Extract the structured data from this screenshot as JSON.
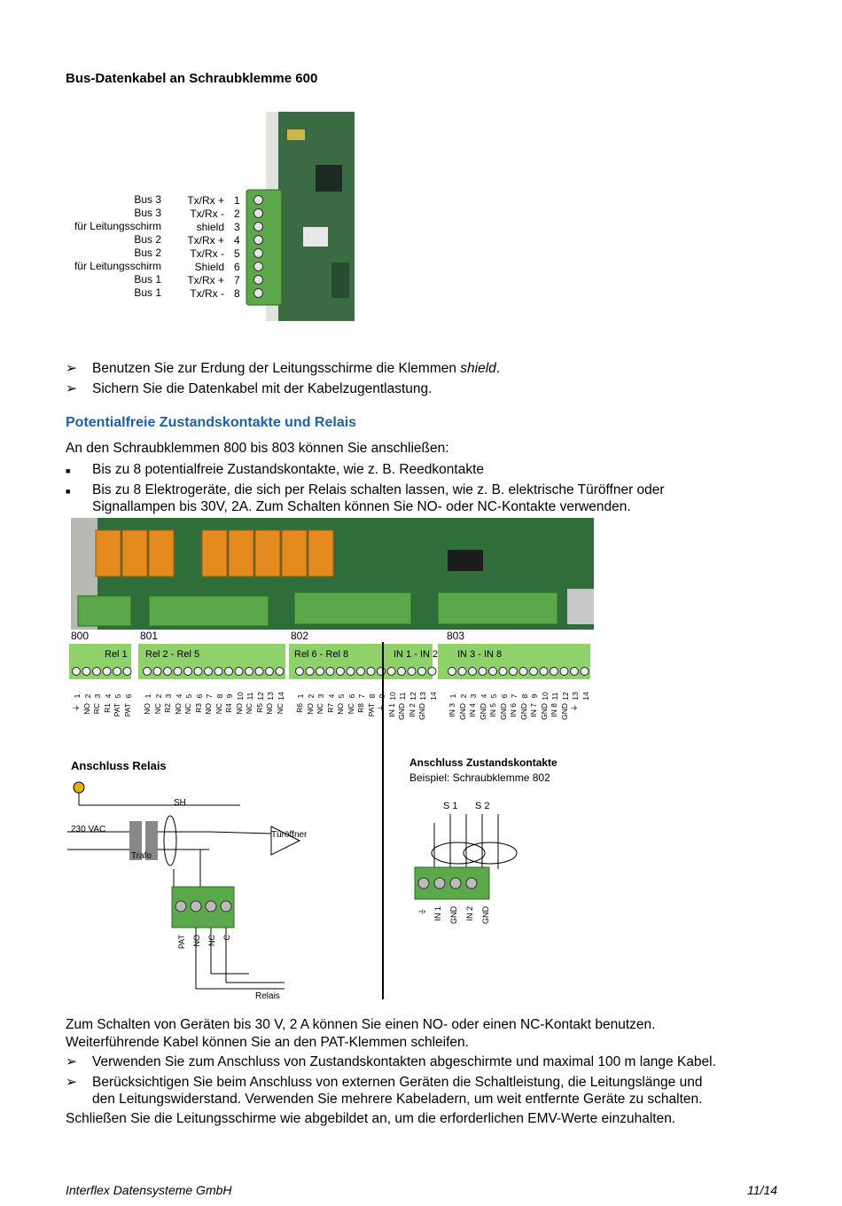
{
  "heading_bus": "Bus-Datenkabel an Schraubklemme 600",
  "bus_terminal": {
    "rows": [
      {
        "bus": "Bus 3",
        "signal": "Tx/Rx +",
        "pin": "1"
      },
      {
        "bus": "Bus 3",
        "signal": "Tx/Rx -",
        "pin": "2"
      },
      {
        "bus": "für Leitungsschirm",
        "signal": "shield",
        "pin": "3"
      },
      {
        "bus": "Bus 2",
        "signal": "Tx/Rx +",
        "pin": "4"
      },
      {
        "bus": "Bus 2",
        "signal": "Tx/Rx -",
        "pin": "5"
      },
      {
        "bus": "für Leitungsschirm",
        "signal": "Shield",
        "pin": "6"
      },
      {
        "bus": "Bus 1",
        "signal": "Tx/Rx +",
        "pin": "7"
      },
      {
        "bus": "Bus 1",
        "signal": "Tx/Rx -",
        "pin": "8"
      }
    ]
  },
  "bullets_bus": [
    {
      "pre": "Benutzen Sie zur Erdung der Leitungsschirme die Klemmen ",
      "em": "shield",
      "post": "."
    },
    {
      "pre": "Sichern Sie die Datenkabel mit der Kabelzugentlastung.",
      "em": "",
      "post": ""
    }
  ],
  "heading_relais": "Potentialfreie Zustandskontakte und Relais",
  "intro_relais": "An den Schraubklemmen 800 bis 803 können Sie anschließen:",
  "square_bullets": [
    {
      "line1": "Bis zu 8 potentialfreie Zustandskontakte, wie z. B. Reedkontakte",
      "line2": ""
    },
    {
      "line1": "Bis zu 8 Elektrogeräte, die sich per Relais schalten lassen, wie z. B. elektrische Türöffner oder",
      "line2": "Signallampen bis 30V, 2A. Zum Schalten können Sie NO- oder NC-Kontakte verwenden."
    }
  ],
  "terminal_blocks": {
    "numbers": [
      "800",
      "801",
      "802",
      "803"
    ],
    "groups": [
      "Rel 1",
      "Rel 2 - Rel 5",
      "Rel 6 - Rel 8",
      "IN 1 - IN 2",
      "IN 3 - IN 8"
    ],
    "pins_800": [
      "1",
      "2",
      "3",
      "4",
      "5",
      "6"
    ],
    "labels_800": [
      "⏚",
      "NO",
      "RC",
      "R1",
      "PAT",
      "PAT"
    ],
    "pins_801": [
      "1",
      "2",
      "3",
      "4",
      "5",
      "6",
      "7",
      "8",
      "9",
      "10",
      "11",
      "12",
      "13",
      "14"
    ],
    "labels_801": [
      "NO",
      "NC",
      "R2",
      "NO",
      "NC",
      "R3",
      "NO",
      "NC",
      "R4",
      "NO",
      "NC",
      "R5",
      "NO",
      "NC"
    ],
    "pins_802": [
      "1",
      "2",
      "3",
      "4",
      "5",
      "6",
      "7",
      "8",
      "9",
      "10",
      "11",
      "12",
      "13",
      "14"
    ],
    "labels_802": [
      "R6",
      "NO",
      "NC",
      "R7",
      "NO",
      "NC",
      "R8",
      "PAT",
      "⏚",
      "IN 1",
      "GND",
      "IN 2",
      "GND",
      ""
    ],
    "pins_803": [
      "1",
      "2",
      "3",
      "4",
      "5",
      "6",
      "7",
      "8",
      "9",
      "10",
      "11",
      "12",
      "13",
      "14"
    ],
    "labels_803": [
      "IN 3",
      "GND",
      "IN 4",
      "GND",
      "IN 5",
      "GND",
      "IN 6",
      "GND",
      "IN 7",
      "GND",
      "IN 8",
      "GND",
      "⏚",
      ""
    ]
  },
  "diagram_relais": {
    "title": "Anschluss Relais",
    "voltage": "230 VAC",
    "trafo": "Trafo",
    "shield": "SH",
    "door": "Türöffner",
    "relay": "Relais",
    "pins": [
      "PAT",
      "NO",
      "NC",
      "C"
    ]
  },
  "diagram_kontakte": {
    "title": "Anschluss Zustandskontakte",
    "subtitle": "Beispiel: Schraubklemme 802",
    "switches": [
      "S 1",
      "S 2"
    ],
    "pins": [
      "⏚",
      "IN 1",
      "GND",
      "IN 2",
      "GND"
    ]
  },
  "para1_line1": "Zum Schalten von Geräten bis 30 V, 2 A können Sie einen NO- oder einen NC-Kontakt benutzen.",
  "para1_line2": "Weiterführende Kabel können Sie an den PAT-Klemmen schleifen.",
  "bullets_end": [
    {
      "line1": "Verwenden Sie zum Anschluss von Zustandskontakten abgeschirmte und maximal 100 m lange Kabel.",
      "line2": ""
    },
    {
      "line1": "Berücksichtigen Sie beim Anschluss von externen Geräten die Schaltleistung, die Leitungslänge und",
      "line2": "den Leitungswiderstand. Verwenden Sie mehrere Kabeladern, um weit entfernte Geräte zu schalten."
    }
  ],
  "para_end": "Schließen Sie die Leitungsschirme wie abgebildet an, um die erforderlichen EMV-Werte einzuhalten.",
  "footer": {
    "company": "Interflex Datensysteme GmbH",
    "page": "11/14"
  },
  "colors": {
    "heading_blue": "#1f5fa6",
    "terminal_green": "#5aa849",
    "label_green": "#8fd16a",
    "pcb_green": "#2f6e3a"
  }
}
